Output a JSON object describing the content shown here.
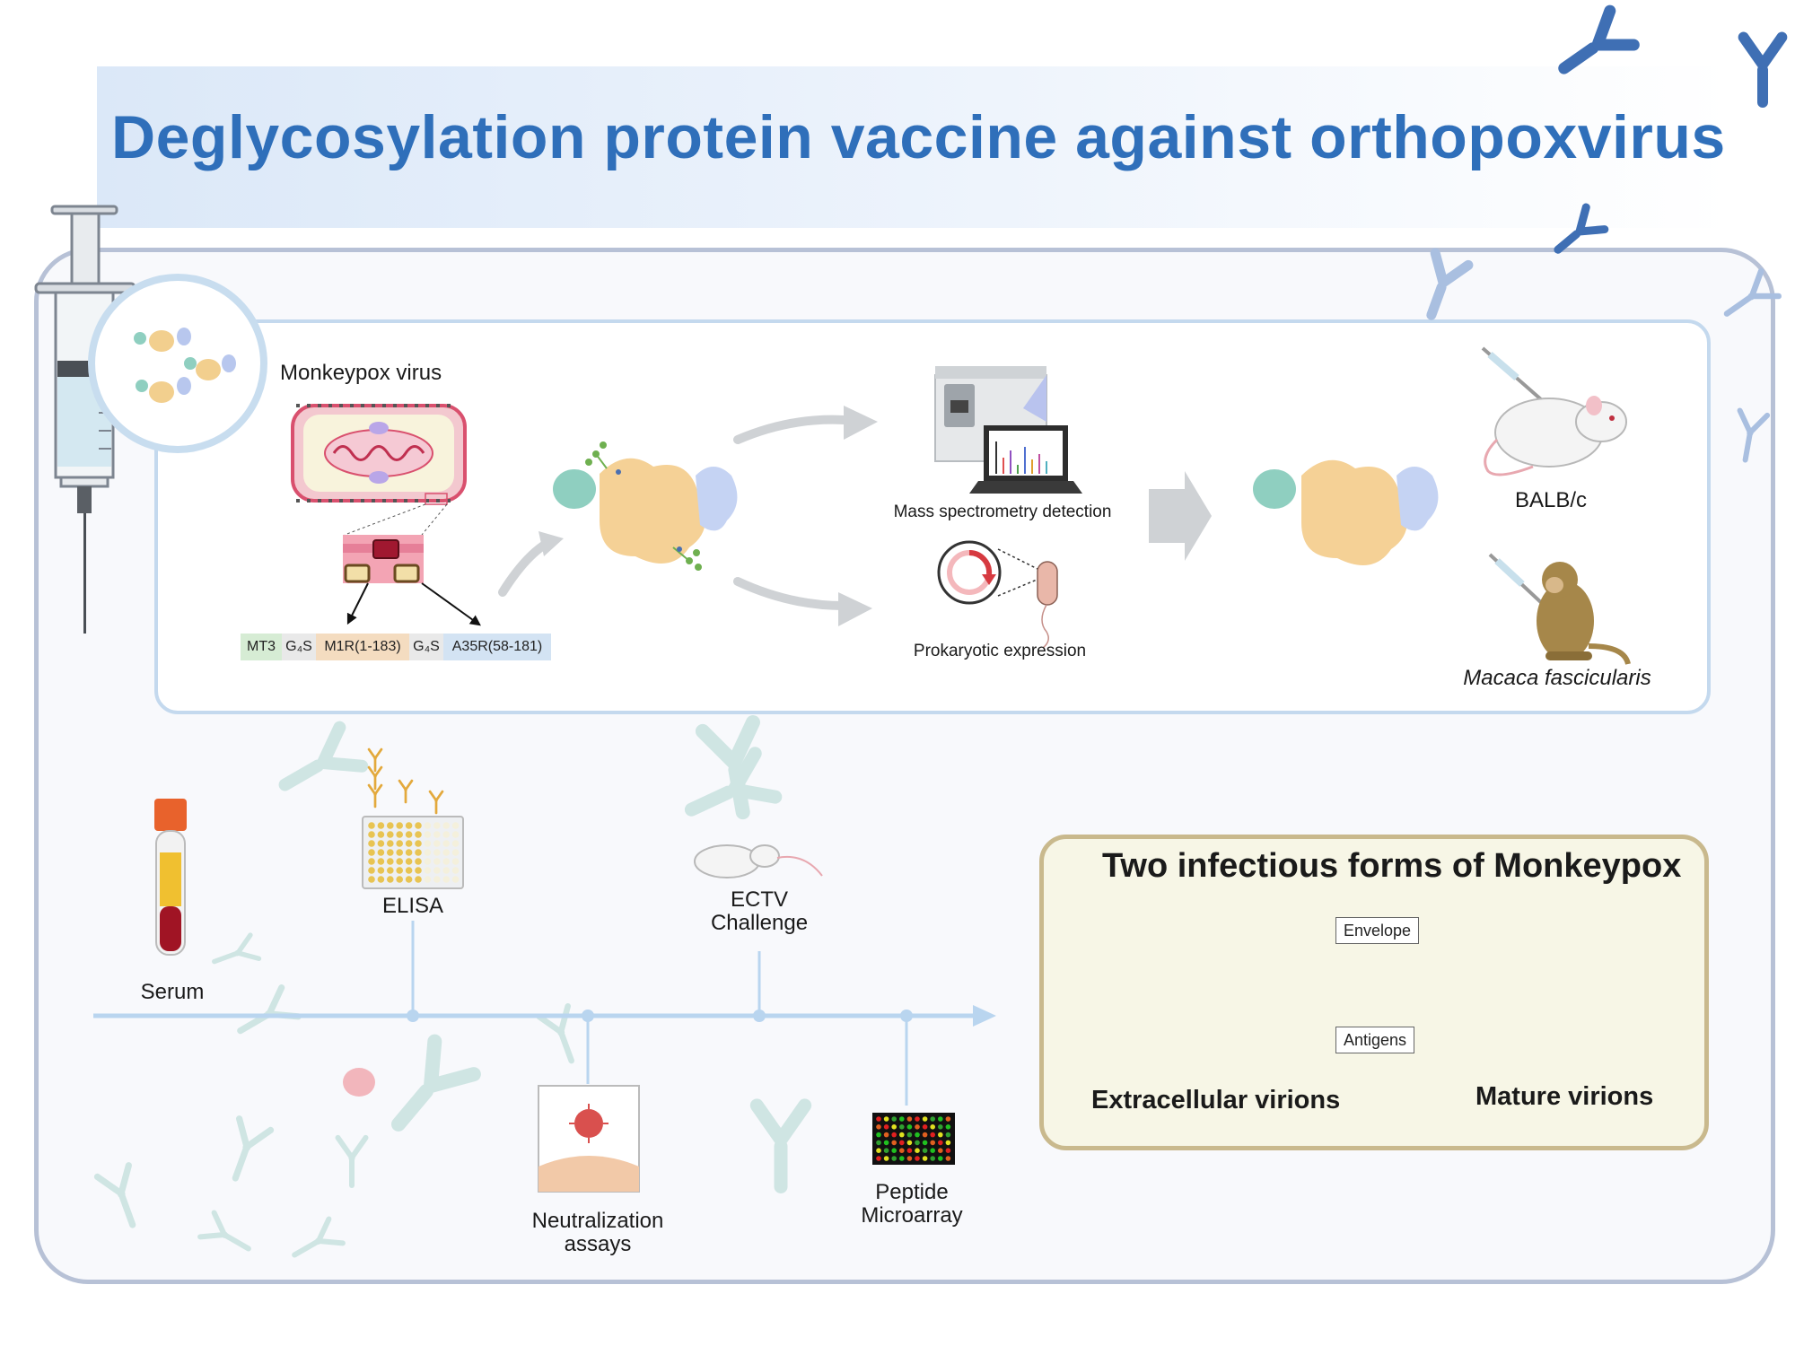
{
  "title": "Deglycosylation protein vaccine against orthopoxvirus",
  "top_panel": {
    "virus_label": "Monkeypox virus",
    "construct": [
      {
        "text": "MT3",
        "color": "#d6ecd4"
      },
      {
        "text": "G₄S",
        "color": "#e9e9e9"
      },
      {
        "text": "M1R(1-183)",
        "color": "#f4dcc0"
      },
      {
        "text": "G₄S",
        "color": "#e9e9e9"
      },
      {
        "text": "A35R(58-181)",
        "color": "#d3e3f3"
      }
    ],
    "mass_spec_label": "Mass spectrometry detection",
    "prokaryotic_label": "Prokaryotic expression",
    "mouse_label": "BALB/c",
    "monkey_label": "Macaca fascicularis"
  },
  "timeline": {
    "serum": "Serum",
    "elisa": "ELISA",
    "ectv": "ECTV\nChallenge",
    "neutralization": "Neutralization\nassays",
    "microarray": "Peptide\nMicroarray"
  },
  "forms": {
    "title": "Two infectious forms of Monkeypox",
    "envelope": "Envelope",
    "antigens": "Antigens",
    "extracellular": "Extracellular virions",
    "mature": "Mature virions"
  },
  "colors": {
    "title_blue": "#2f6fba",
    "antibody_blue": "#3f6fb4",
    "virion_pink": "#e6809a",
    "frame": "#b7c1d6"
  },
  "icons": [
    "syringe-icon",
    "antibody-icon",
    "virion-icon",
    "protein-icon",
    "mass-spectrometer-icon",
    "laptop-icon",
    "plasmid-icon",
    "bacterium-icon",
    "mouse-icon",
    "monkey-icon",
    "blood-tube-icon",
    "elisa-plate-icon",
    "microarray-icon",
    "arrow-icon"
  ]
}
